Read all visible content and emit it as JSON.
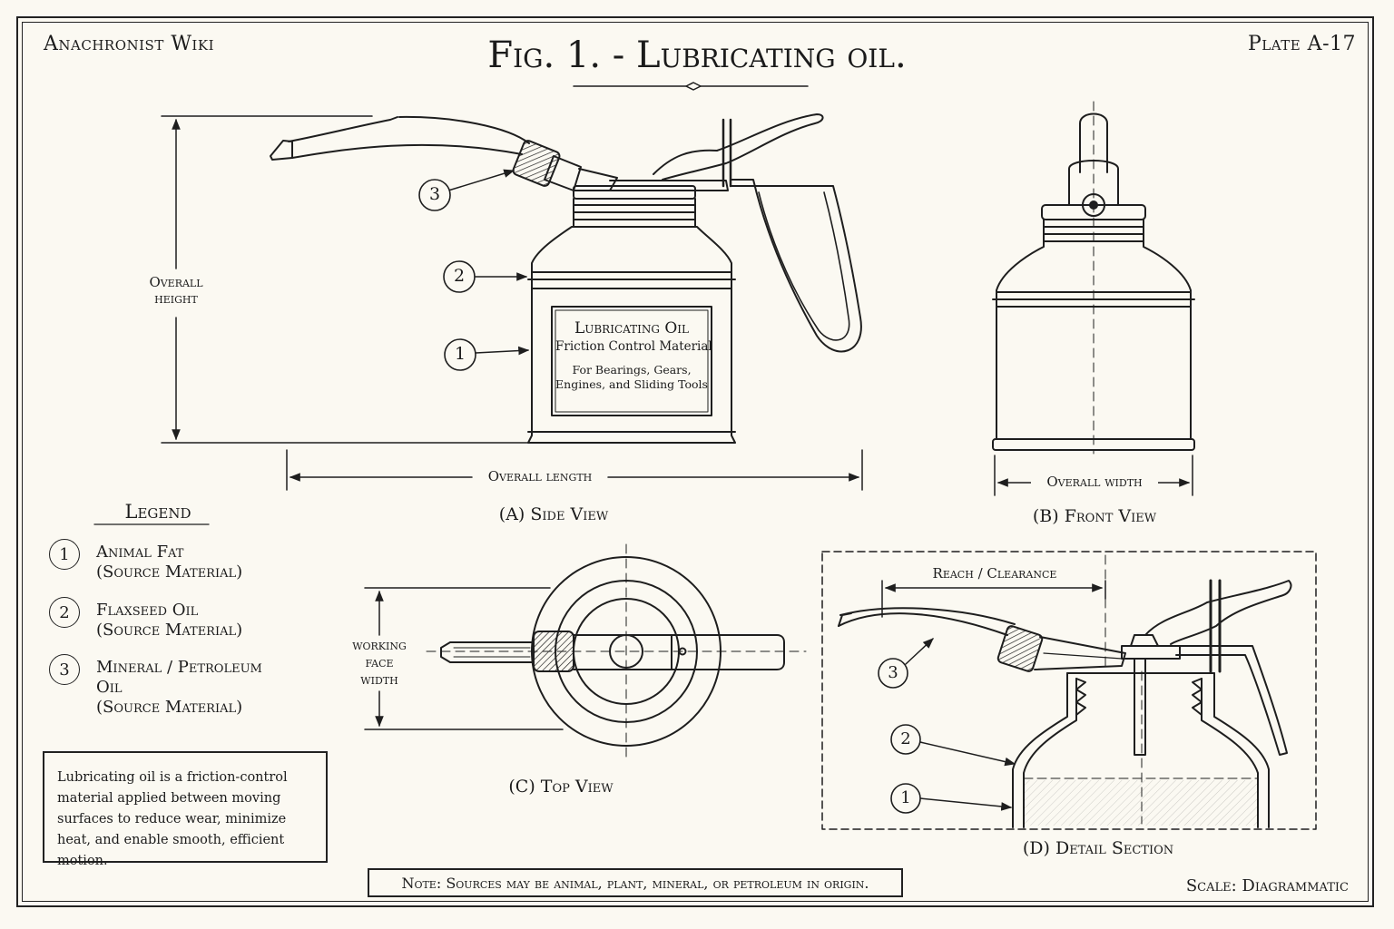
{
  "header": {
    "wiki_name": "Anachronist Wiki",
    "figure_title": "Fig. 1. - Lubricating oil.",
    "plate_id": "Plate A-17"
  },
  "views": {
    "side": "(A)  Side View",
    "front": "(B)  Front View",
    "top": "(C)  Top View",
    "detail": "(D)  Detail Section"
  },
  "dimensions": {
    "overall_height_1": "Overall",
    "overall_height_2": "height",
    "overall_length": "Overall length",
    "overall_width": "Overall width",
    "working_face_1": "working",
    "working_face_2": "face",
    "working_face_3": "width",
    "reach_clearance": "Reach / Clearance"
  },
  "can_label": {
    "title": "Lubricating Oil",
    "subtitle": "Friction Control Material",
    "line1": "For Bearings, Gears,",
    "line2": "Engines, and Sliding Tools"
  },
  "callouts": [
    "1",
    "2",
    "3"
  ],
  "legend": {
    "title": "Legend",
    "items": [
      {
        "num": "1",
        "line1": "Animal Fat",
        "line2": "(Source Material)",
        "line3": ""
      },
      {
        "num": "2",
        "line1": "Flaxseed Oil",
        "line2": "(Source Material)",
        "line3": ""
      },
      {
        "num": "3",
        "line1": "Mineral / Petroleum",
        "line2": "Oil",
        "line3": "(Source Material)"
      }
    ]
  },
  "description": "Lubricating oil is a friction-control material applied between moving surfaces to reduce wear, minimize heat, and enable smooth, efficient motion.",
  "note": "Note: Sources may be animal, plant, mineral, or petroleum in origin.",
  "scale": "Scale: Diagrammatic"
}
